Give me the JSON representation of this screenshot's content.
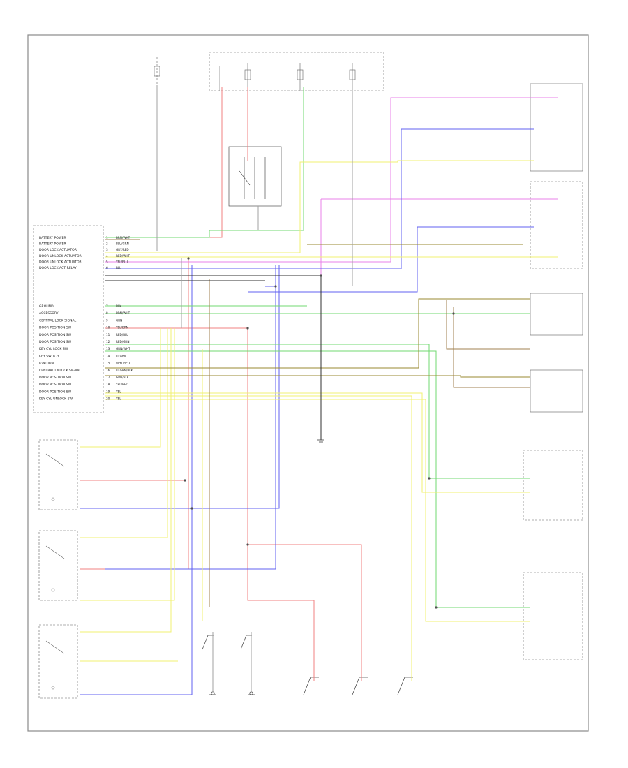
{
  "wire_colors": {
    "red": "#f08080",
    "pink": "#e880e8",
    "blue": "#6060f0",
    "green": "#70d870",
    "yellow": "#f0f070",
    "olive": "#9a8a30",
    "brown": "#a08050",
    "black": "#303030",
    "gray": "#a0a0a0",
    "frame": "#6a6a6a"
  },
  "module_pins": [
    {
      "num": "1",
      "wire": "BRN/WHT",
      "label": "BATTERY POWER"
    },
    {
      "num": "2",
      "wire": "BLU/GRN",
      "label": "BATTERY POWER"
    },
    {
      "num": "3",
      "wire": "GRY/RED",
      "label": "DOOR LOCK ACTUATOR"
    },
    {
      "num": "4",
      "wire": "RED/WHT",
      "label": "DOOR UNLOCK ACTUATOR"
    },
    {
      "num": "5",
      "wire": "YEL/BLU",
      "label": "DOOR UNLOCK ACTUATOR"
    },
    {
      "num": "6",
      "wire": "BLU",
      "label": "DOOR LOCK ACT RELAY"
    },
    {
      "num": "7",
      "wire": "BLK",
      "label": "GROUND"
    },
    {
      "num": "8",
      "wire": "BRN/WHT",
      "label": "ACCESSORY"
    },
    {
      "num": "9",
      "wire": "GRN",
      "label": "CENTRAL LOCK SIGNAL"
    },
    {
      "num": "10",
      "wire": "YEL/BRN",
      "label": "DOOR POSITION SW"
    },
    {
      "num": "11",
      "wire": "RED/BLU",
      "label": "DOOR POSITION SW"
    },
    {
      "num": "12",
      "wire": "RED/GRN",
      "label": "DOOR POSITION SW"
    },
    {
      "num": "13",
      "wire": "GRN/WHT",
      "label": "KEY CYL LOCK SW"
    },
    {
      "num": "14",
      "wire": "LT GRN",
      "label": "KEY SWITCH"
    },
    {
      "num": "15",
      "wire": "WHT/RED",
      "label": "IGNITION"
    },
    {
      "num": "16",
      "wire": "LT GRN/BLK",
      "label": "CENTRAL UNLOCK SIGNAL"
    },
    {
      "num": "17",
      "wire": "GRN/BLK",
      "label": "DOOR POSITION SW"
    },
    {
      "num": "18",
      "wire": "YEL/RED",
      "label": "DOOR POSITION SW"
    },
    {
      "num": "19",
      "wire": "YEL",
      "label": "DOOR POSITION SW"
    },
    {
      "num": "20",
      "wire": "YEL",
      "label": "KEY CYL UNLOCK SW"
    }
  ]
}
